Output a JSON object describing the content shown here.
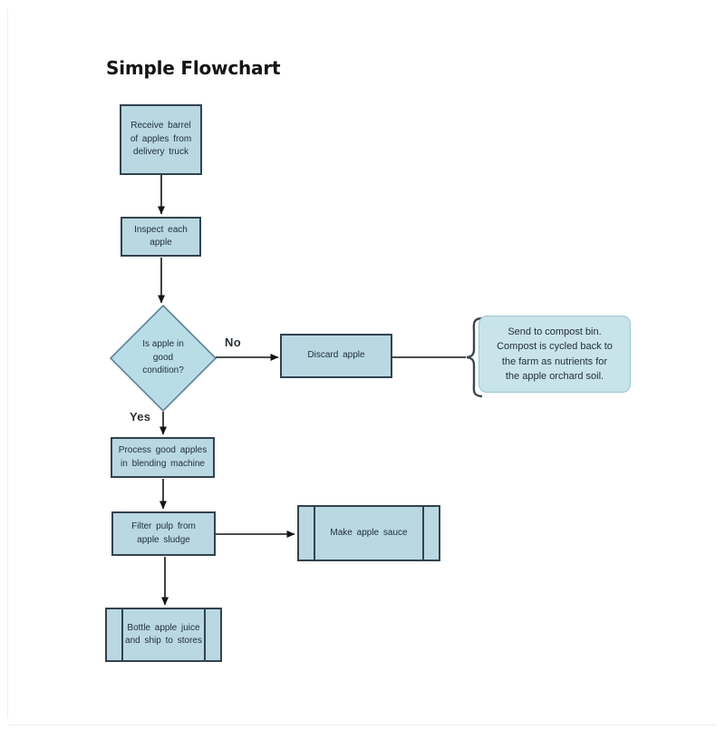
{
  "title": "Simple Flowchart",
  "labels": {
    "no": "No",
    "yes": "Yes"
  },
  "nodes": {
    "receive": "Receive barrel\nof apples from\ndelivery truck",
    "inspect": "Inspect each\napple",
    "decision": "Is apple in\ngood\ncondition?",
    "discard": "Discard apple",
    "compost": "Send to compost bin.\nCompost is cycled back to\nthe farm as nutrients for\nthe apple orchard soil.",
    "process": "Process good apples\nin blending machine",
    "filter": "Filter pulp from\napple sludge",
    "sauce": "Make apple sauce",
    "bottle": "Bottle apple juice\nand ship to stores"
  },
  "colors": {
    "node_fill": "#b9d8e2",
    "node_border": "#33424f",
    "diamond_fill": "#b8dde6",
    "diamond_border": "#5f8296",
    "callout_fill": "#c9e3ea",
    "callout_border": "#9ac5d2",
    "connector": "#141414",
    "text": "#22303c",
    "title_color": "#141414"
  }
}
